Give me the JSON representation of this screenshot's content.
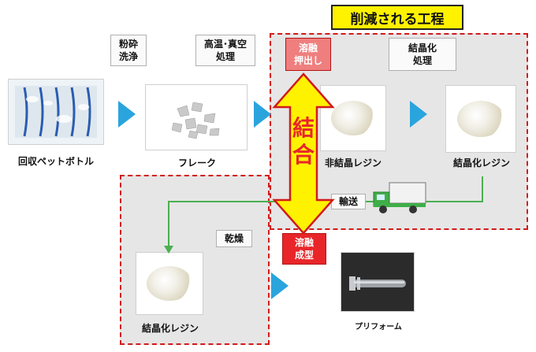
{
  "title_banner": "削減される工程",
  "steps": {
    "wash": "粉砕\n洗浄",
    "vacuum": "高温･真空\n処理",
    "melt_extrude": "溶融\n押出し",
    "crystallize": "結晶化\n処理",
    "transport": "輸送",
    "dry": "乾燥",
    "melt_mold": "溶融\n成型"
  },
  "captions": {
    "bottles": "回収ペットボトル",
    "flakes": "フレーク",
    "amorphous_resin": "非結晶レジン",
    "crystal_resin_top": "結晶化レジン",
    "crystal_resin_bottom": "結晶化レジン",
    "preform": "プリフォーム"
  },
  "big_arrow_text": "結合",
  "colors": {
    "dashed_border": "#d21a1a",
    "region_fill": "#e6e6e6",
    "banner": "#fff200",
    "big_arrow": "#fff200",
    "big_arrow_text": "#e8262a",
    "flow_arrow": "#2aa4dd",
    "flow_line": "#4caf50"
  },
  "icons": [
    "truck-icon"
  ]
}
